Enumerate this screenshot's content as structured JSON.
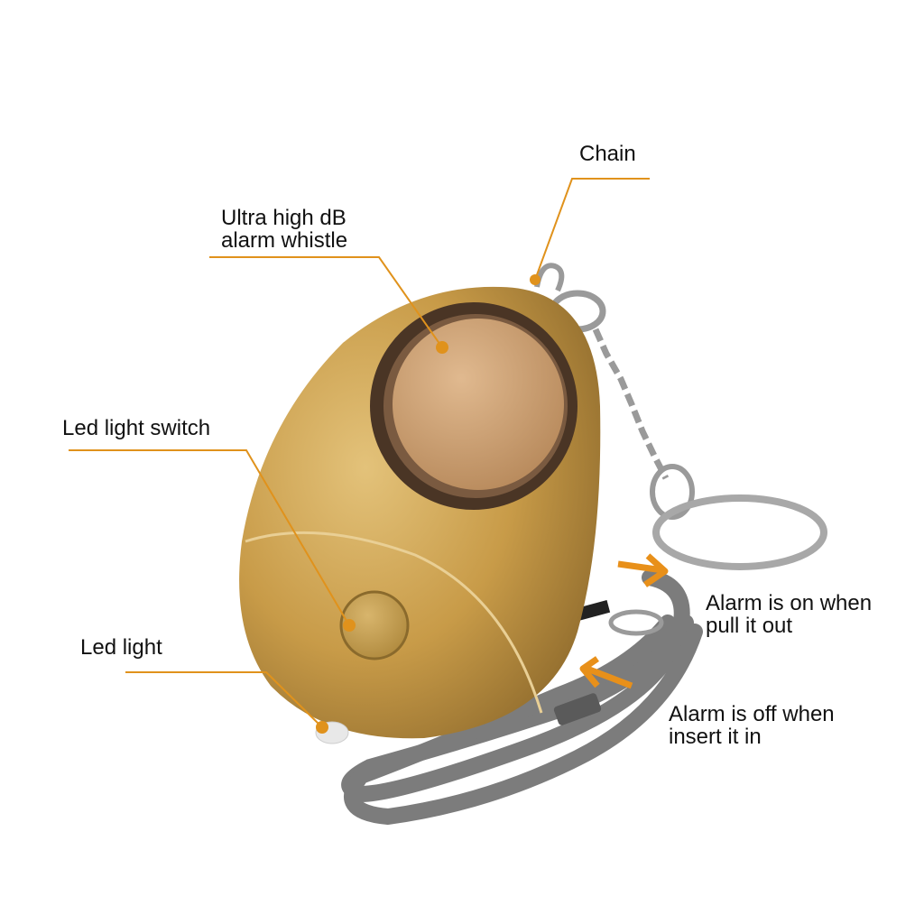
{
  "labels": {
    "chain": "Chain",
    "whistle_line1": "Ultra high dB",
    "whistle_line2": "alarm whistle",
    "led_switch": "Led light switch",
    "led_light": "Led light",
    "alarm_on_line1": "Alarm is on when",
    "alarm_on_line2": "pull it out",
    "alarm_off_line1": "Alarm is off when",
    "alarm_off_line2": "insert it in"
  },
  "colors": {
    "leader": "#e0921c",
    "body": "#c9a04f",
    "arrow": "#e8901a",
    "cord": "#7a7a7a"
  }
}
